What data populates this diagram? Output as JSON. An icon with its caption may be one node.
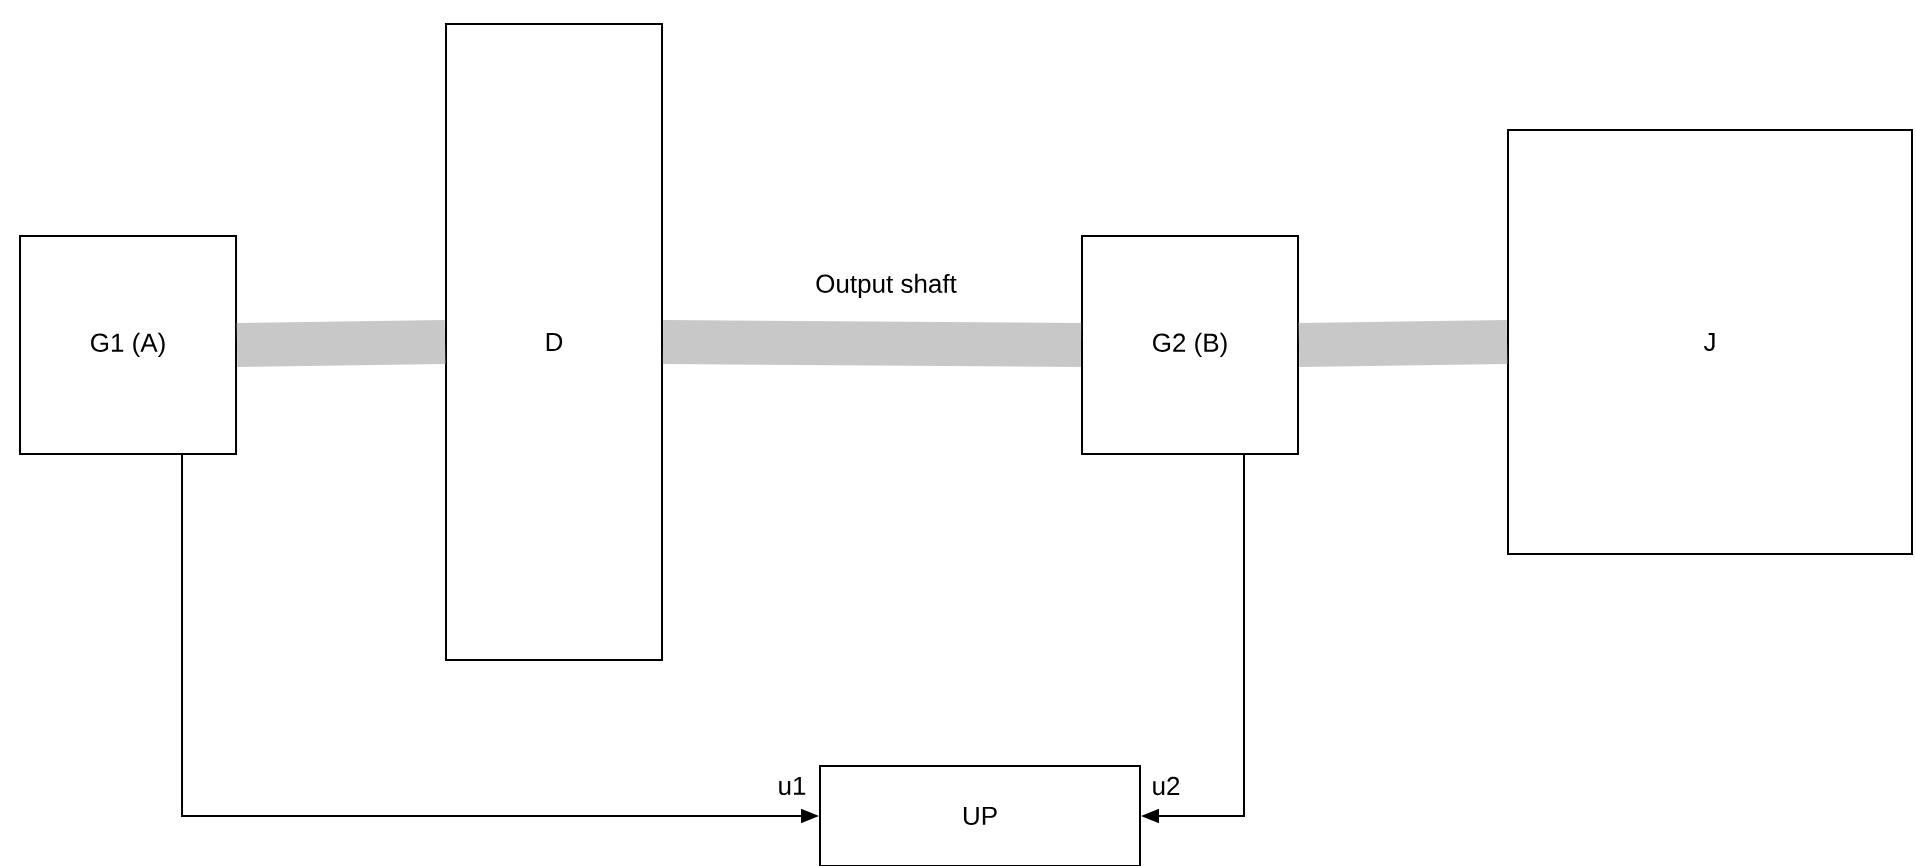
{
  "diagram": {
    "nodes": [
      {
        "text": [
          "G1 (A)"
        ]
      },
      {
        "text": [
          "D"
        ]
      },
      {
        "text": [
          "G2 (B)"
        ]
      },
      {
        "text": [
          "J"
        ]
      },
      {
        "text": [
          "UP"
        ]
      }
    ],
    "edges": [
      {
        "from": 0,
        "to": 1,
        "arrow": "none"
      },
      {
        "from": 1,
        "to": 2,
        "arrow": "none",
        "label": "Output shaft"
      },
      {
        "from": 2,
        "to": 3,
        "arrow": "none"
      },
      {
        "from": 0,
        "to": 4,
        "arrow": "to",
        "label": "u1",
        "color": "#000000"
      },
      {
        "from": 2,
        "to": 4,
        "arrow": "to",
        "label": "u2",
        "color": "#000000"
      }
    ]
  }
}
